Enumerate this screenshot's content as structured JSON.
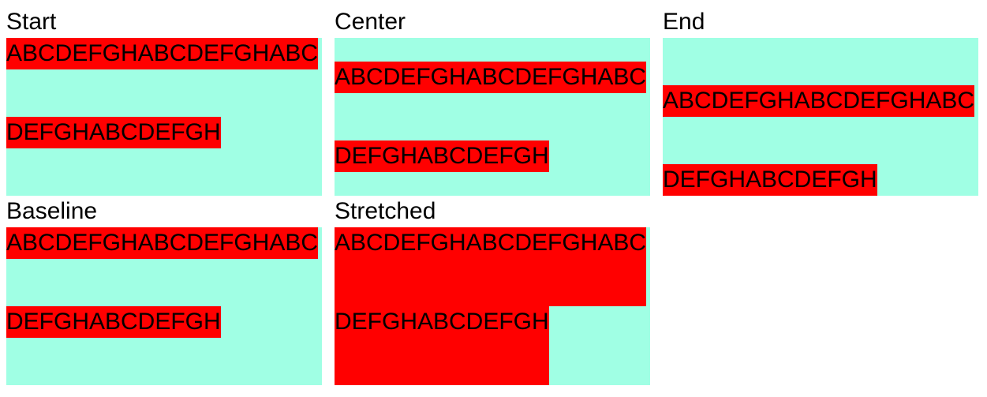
{
  "colors": {
    "page_background": "#FFFFFF",
    "panel_background": "#A0FFE4",
    "item_background": "#FF0000",
    "text": "#000000"
  },
  "panels": [
    {
      "label": "Start",
      "alignment": "start",
      "items": [
        "ABCDEFGHABCDEFGHABC",
        "DEFGHABCDEFGH"
      ]
    },
    {
      "label": "Center",
      "alignment": "center",
      "items": [
        "ABCDEFGHABCDEFGHABC",
        "DEFGHABCDEFGH"
      ]
    },
    {
      "label": "End",
      "alignment": "end",
      "items": [
        "ABCDEFGHABCDEFGHABC",
        "DEFGHABCDEFGH"
      ]
    },
    {
      "label": "Baseline",
      "alignment": "baseline",
      "items": [
        "ABCDEFGHABCDEFGHABC",
        "DEFGHABCDEFGH"
      ]
    },
    {
      "label": "Stretched",
      "alignment": "stretch",
      "items": [
        "ABCDEFGHABCDEFGHABC",
        "DEFGHABCDEFGH"
      ]
    }
  ]
}
